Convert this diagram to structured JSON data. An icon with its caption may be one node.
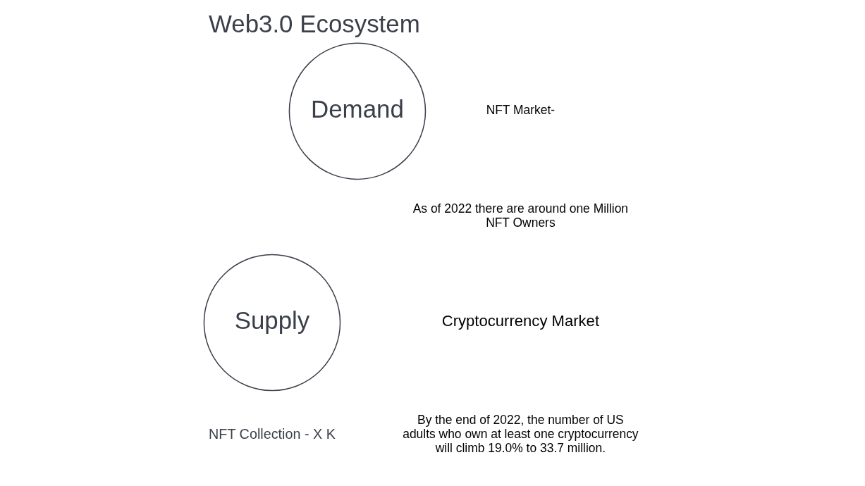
{
  "diagram": {
    "title": "Web3.0 Ecosystem",
    "nodes": [
      {
        "text": [
          "Supply"
        ],
        "beside": [
          "NFT Collection - X K"
        ]
      },
      {
        "text": [
          "Demand"
        ]
      }
    ],
    "labels": [
      "NFT Market-",
      "As of 2022 there are around one Million NFT Owners",
      "Cryptocurrency Market",
      "By the end of 2022, the number of US adults who own at least one cryptocurrency will climb 19.0% to 33.7 million."
    ]
  }
}
